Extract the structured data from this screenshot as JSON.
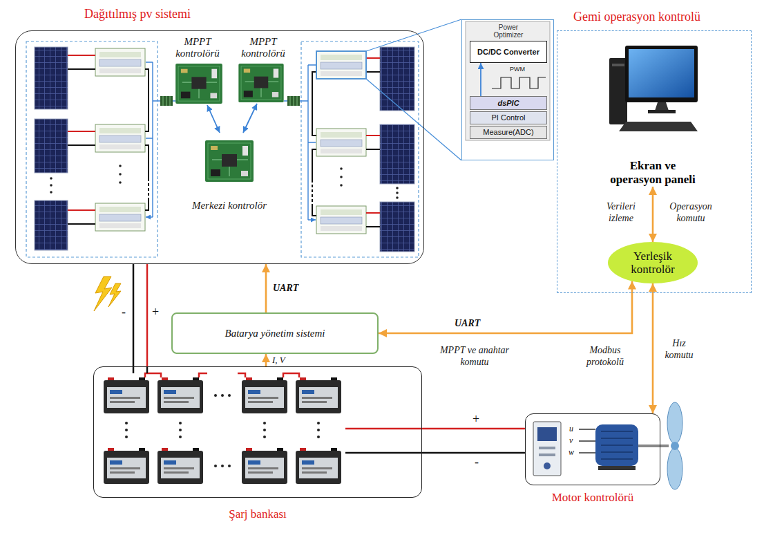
{
  "diagram": {
    "nodes": [
      {
        "text": [
          "Dağıtılmış pv sistemi"
        ]
      },
      {
        "text": [
          "MPPT kontrolörü"
        ],
        "in": 0
      },
      {
        "text": [
          "MPPT kontrolörü"
        ],
        "in": 0
      },
      {
        "text": [
          "Merkezi kontrolör"
        ],
        "in": 0
      },
      {
        "text": [
          "Power Optimizer"
        ]
      },
      {
        "text": [
          "DC/DC Converter"
        ],
        "in": 4
      },
      {
        "text": [
          "dsPIC"
        ],
        "in": 4
      },
      {
        "text": [
          "PI Control"
        ],
        "in": 4
      },
      {
        "text": [
          "Measure(ADC)"
        ],
        "in": 4
      },
      {
        "text": [
          "Gemi operasyon kontrolü"
        ]
      },
      {
        "text": [
          "Ekran ve operasyon paneli"
        ],
        "in": 9
      },
      {
        "text": [
          "Yerleşik kontrolör"
        ],
        "in": 9
      },
      {
        "text": [
          "Batarya yönetim sistemi"
        ]
      },
      {
        "text": [
          "Şarj bankası"
        ]
      },
      {
        "text": [
          "Motor kontrolörü"
        ]
      }
    ],
    "edges": [
      {
        "from": 1,
        "to": 3,
        "arrow": "both"
      },
      {
        "from": 2,
        "to": 3,
        "arrow": "both"
      },
      {
        "from": 6,
        "to": 5,
        "arrow": "to"
      },
      {
        "from": 10,
        "to": 11,
        "arrow": "both"
      },
      {
        "from": 12,
        "to": 0,
        "arrow": "to",
        "label": "UART"
      },
      {
        "from": 12,
        "to": 11,
        "arrow": "both",
        "label": "UART"
      },
      {
        "from": 11,
        "to": 14,
        "arrow": "both"
      },
      {
        "from": 13,
        "to": 12,
        "arrow": "to",
        "label": "I, V"
      },
      {
        "from": 0,
        "to": 13,
        "arrow": "none"
      },
      {
        "from": 13,
        "to": 14,
        "arrow": "none"
      }
    ],
    "labels": [
      "PWM",
      "Verileri izleme",
      "Operasyon komutu",
      "MPPT ve anahtar komutu",
      "Modbus protokolü",
      "Hız komutu",
      "-",
      "+",
      "+",
      "-",
      "u",
      "v",
      "w"
    ]
  }
}
